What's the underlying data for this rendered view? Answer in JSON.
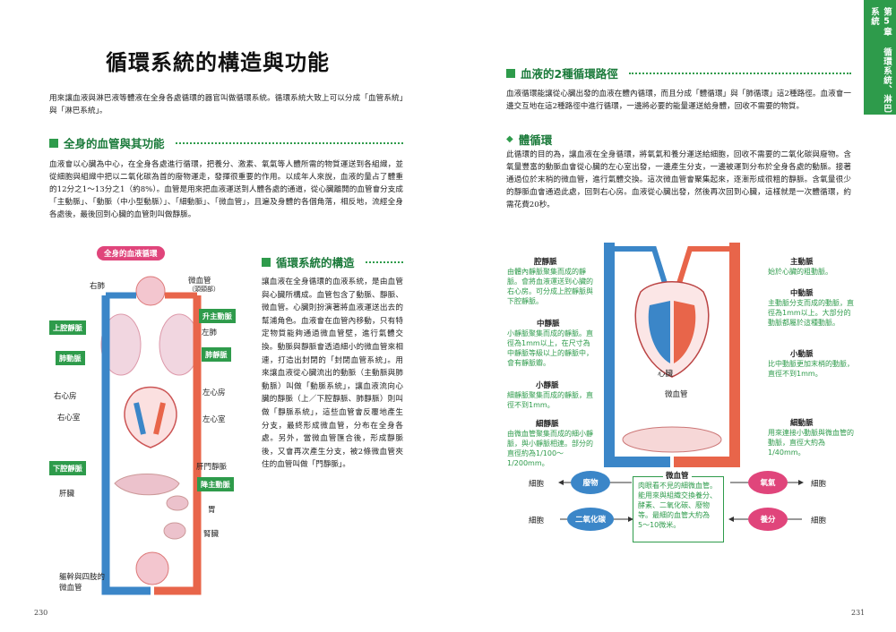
{
  "left": {
    "title": "循環系統的構造與功能",
    "intro": "用來讓血液與淋巴液等體液在全身各處循環的器官叫做循環系統。循環系統大致上可以分成「血管系統」與「淋巴系統」。",
    "sec1_title": "全身的血管與其功能",
    "sec1_text": "血液會以心臟為中心，在全身各處進行循環，把養分、激素、氧氣等人體所需的物質運送到各組織，並從細胞與組織中把以二氧化碳為首的廢物運走，發揮很重要的作用。以成年人來說，血液的量占了體重的12分之1～13分之1（約8%）。血管是用來把血液運送到人體各處的通道，從心臟離開的血管會分支成「主動脈」、「動脈（中小型動脈）」、「細動脈」、「微血管」，且遍及身體的各個角落，相反地，流經全身各處後，最後回到心臟的血管則叫做靜脈。",
    "sec2_title": "循環系統的構造",
    "sec2_text": "讓血液在全身循環的血液系統，是由血管與心臟所構成。血管包含了動脈、靜脈、微血管。心臟則扮演著將血液運送出去的幫浦角色。血液會在血管內移動，只有特定物質能夠通過微血管壁，進行氣體交換。動脈與靜脈會透過細小的微血管來相連，打造出封閉的「封閉血管系統」。用來讓血液從心臟流出的動脈（主動脈與肺動脈）叫做「動脈系統」，讓血液流向心臟的靜脈（上／下腔靜脈、肺靜脈）則叫做「靜脈系統」，這些血管會反覆地產生分支，最終形成微血管，分布在全身各處。另外，當微血管匯合後，形成靜脈後，又會再次產生分支，被2條微血管夾住的血管叫做「門靜脈」。",
    "diagram": {
      "tag": "全身的血液循環",
      "labels": {
        "right_lung": "右肺",
        "capillary": "微血管",
        "capillary_sub": "（頭頸部）",
        "aortic_arch": "升主動脈",
        "svc": "上腔靜脈",
        "left_lung": "左肺",
        "pulm_artery": "肺動脈",
        "pulm_vein": "肺靜脈",
        "right_atrium": "右心房",
        "left_atrium": "左心房",
        "right_ventricle": "右心室",
        "left_ventricle": "左心室",
        "ivc": "下腔靜脈",
        "portal_vein": "肝門靜脈",
        "desc_aorta": "降主動脈",
        "liver": "肝臟",
        "stomach": "胃",
        "kidney": "腎臟",
        "trunk_cap": "軀幹與四肢的",
        "trunk_cap2": "微血管"
      }
    },
    "page_number": "230"
  },
  "right": {
    "sec_title": "血液的2種循環路徑",
    "intro": "血液循環能讓從心臟出發的血液在體內循環，而且分成「體循環」與「肺循環」這2種路徑。血液會一邊交互地在這2種路徑中進行循環，一邊將必要的能量運送給身體，回收不需要的物質。",
    "sub_title": "體循環",
    "sub_text": "此循環的目的為，讓血液在全身循環，將氧氣和養分運送給細胞，回收不需要的二氧化碳與廢物。含氧量豐富的動脈血會從心臟的左心室出發，一邊產生分支，一邊被運到分布於全身各處的動脈。接著通過位於末梢的微血管，進行氣體交換。這次微血管會聚集起來，逐漸形成很粗的靜脈。含氧量很少的靜脈血會通過此處，回到右心房。血液從心臟出發，然後再次回到心臟，這樣就是一次體循環，約需花費20秒。",
    "ann": {
      "vena_cava_t": "腔靜脈",
      "vena_cava_d": "由體內靜脈聚集而成的靜脈。會將血液運送到心臟的右心房。可分成上腔靜脈與下腔靜脈。",
      "vein_t": "中靜脈",
      "vein_d": "小靜脈聚集而成的靜脈。直徑為1mm以上，在尺寸為中靜脈等級以上的靜脈中，會有靜脈瓣。",
      "venule_t": "小靜脈",
      "venule_d": "細靜脈聚集而成的靜脈，直徑不到1mm。",
      "fine_vein_t": "細靜脈",
      "fine_vein_d": "由微血管聚集而成的細小靜脈，與小靜脈相連。部分的直徑約為1/100〜1/200mm。",
      "aorta_t": "主動脈",
      "aorta_d": "始於心臟的粗動脈。",
      "mid_artery_t": "中動脈",
      "mid_artery_d": "主動脈分支而成的動脈，直徑為1mm以上。大部分的動脈都屬於這種動脈。",
      "small_artery_t": "小動脈",
      "small_artery_d": "比中動脈更加末梢的動脈，直徑不到1mm。",
      "arteriole_t": "細動脈",
      "arteriole_d": "用來連接小動脈與微血管的動脈，直徑大約為1/40mm。",
      "heart": "心臟",
      "capillary": "微血管",
      "cap_box_t": "微血管",
      "cap_box_d": "肉眼看不見的細微血管。能用來與組織交換養分、酵素、二氧化碳、廢物等。最細的血管大約為5〜10微米。",
      "cell1": "細胞",
      "cell2": "細胞",
      "cell3": "細胞",
      "cell4": "細胞",
      "waste": "廢物",
      "co2": "二氧化碳",
      "oxygen": "氧氣",
      "nutrient": "養分"
    },
    "tab": "第5章 循環系統、淋巴系統",
    "page_number": "231"
  },
  "colors": {
    "green": "#2e9b4b",
    "artery_red": "#e8654a",
    "vein_blue": "#3b86c8",
    "pink": "#e0457b"
  }
}
